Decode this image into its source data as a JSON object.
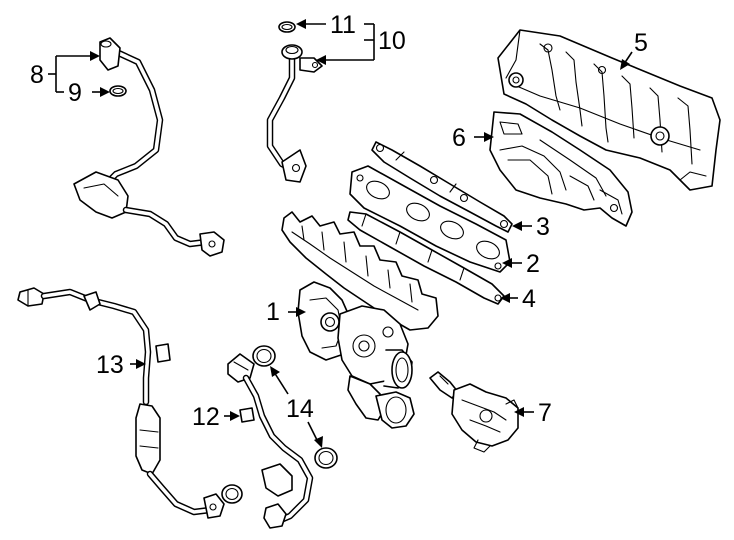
{
  "diagram": {
    "type": "exploded-parts-diagram",
    "line_color": "#000000",
    "background": "#ffffff",
    "callouts": [
      {
        "id": "c1",
        "label": "1",
        "part": "turbocharger-exhaust-manifold"
      },
      {
        "id": "c2",
        "label": "2",
        "part": "manifold-gasket"
      },
      {
        "id": "c3",
        "label": "3",
        "part": "manifold-gasket-outer"
      },
      {
        "id": "c4",
        "label": "4",
        "part": "manifold-stud-strip"
      },
      {
        "id": "c5",
        "label": "5",
        "part": "heat-shield-upper"
      },
      {
        "id": "c6",
        "label": "6",
        "part": "heat-shield-lower"
      },
      {
        "id": "c7",
        "label": "7",
        "part": "wastegate-actuator"
      },
      {
        "id": "c8",
        "label": "8",
        "part": "coolant-supply-hose"
      },
      {
        "id": "c9",
        "label": "9",
        "part": "o-ring"
      },
      {
        "id": "c10",
        "label": "10",
        "part": "oil-feed-pipe"
      },
      {
        "id": "c11",
        "label": "11",
        "part": "o-ring"
      },
      {
        "id": "c12",
        "label": "12",
        "part": "oil-return-pipe"
      },
      {
        "id": "c13",
        "label": "13",
        "part": "coolant-return-line"
      },
      {
        "id": "c14",
        "label": "14",
        "part": "o-ring"
      }
    ]
  }
}
